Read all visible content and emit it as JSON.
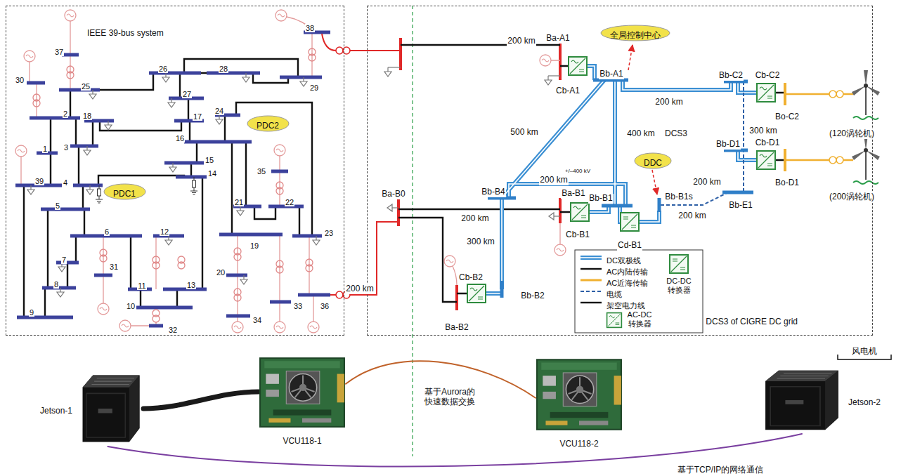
{
  "diagram": {
    "nodes": [
      {
        "text": [
          "IEEE 39-bus system"
        ]
      },
      {
        "text": [
          "PDC2"
        ],
        "in": 0
      },
      {
        "text": [
          "PDC1"
        ],
        "in": 0
      },
      {
        "text": [
          "DCS3 of CIGRE DC grid"
        ]
      },
      {
        "text": [
          "全局控制中心"
        ],
        "in": 3
      },
      {
        "text": [
          "DDC"
        ],
        "in": 3
      },
      {
        "text": [
          "Jetson-1"
        ]
      },
      {
        "text": [
          "VCU118-1"
        ]
      },
      {
        "text": [
          "VCU118-2"
        ]
      },
      {
        "text": [
          "Jetson-2"
        ]
      }
    ],
    "edges": [
      {
        "from": 6,
        "to": 7,
        "arrow": "none"
      },
      {
        "from": 7,
        "to": 8,
        "label": "基于Aurora的 快速数据交换",
        "arrow": "none"
      },
      {
        "from": 6,
        "to": 9,
        "label": "基于TCP/IP的网络通信",
        "arrow": "none"
      }
    ],
    "labels": [
      "37",
      "30",
      "25",
      "2",
      "18",
      "1",
      "3",
      "39",
      "4",
      "5",
      "6",
      "7",
      "8",
      "9",
      "31",
      "12",
      "11",
      "13",
      "10",
      "32",
      "14",
      "15",
      "16",
      "17",
      "24",
      "27",
      "26",
      "28",
      "29",
      "38",
      "35",
      "21",
      "22",
      "19",
      "23",
      "20",
      "34",
      "33",
      "36",
      "200 km",
      "Ba-A1",
      "Cb-A1",
      "Bb-A1",
      "Bb-C2",
      "Cb-C2",
      "200 km",
      "Bo-C2",
      "(120涡轮机)",
      "300 km",
      "Bb-D1",
      "Cb-D1",
      "Bo-D1",
      "(200涡轮机)",
      "500 km",
      "400 km",
      "DCS3",
      "+/–400 kV",
      "200 km",
      "200 km",
      "Bb-E1",
      "Ba-B0",
      "200 km",
      "Bb-B4",
      "Ba-B1",
      "Bb-B1",
      "Bb-B1s",
      "200 km",
      "Cb-B1",
      "Cd-B1",
      "300 km",
      "Cb-B2",
      "Bb-B2",
      "Ba-B2",
      "200 km",
      "风电机"
    ],
    "legend": [
      {
        "text": "DC双极线"
      },
      {
        "text": "AC内陆传输"
      },
      {
        "text": "AC近海传输"
      },
      {
        "text": "电缆"
      },
      {
        "text": "架空电力线"
      },
      {
        "text": "DC-DC 转换器"
      },
      {
        "text": "AC-DC 转换器"
      }
    ]
  }
}
